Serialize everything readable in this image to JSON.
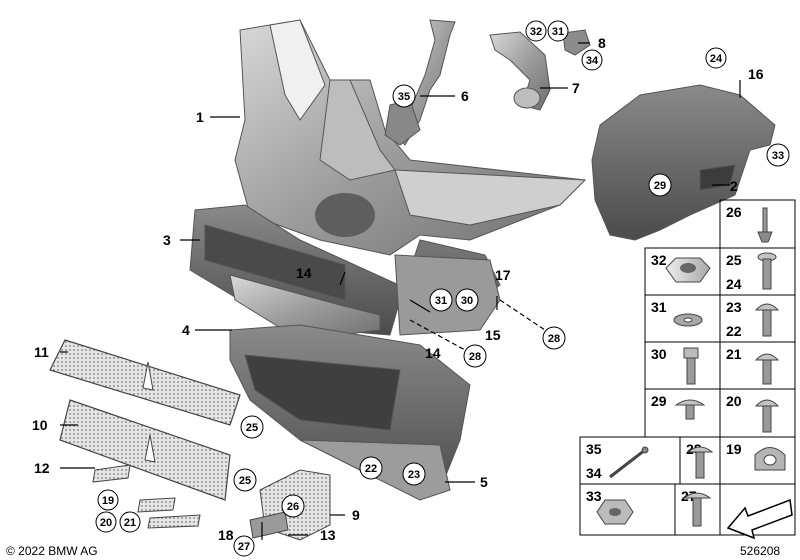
{
  "copyright": "© 2022 BMW AG",
  "diagram_id": "526208",
  "callouts": [
    {
      "id": "c1",
      "label": "1"
    },
    {
      "id": "c2",
      "label": "2"
    },
    {
      "id": "c3",
      "label": "3"
    },
    {
      "id": "c4",
      "label": "4"
    },
    {
      "id": "c5",
      "label": "5"
    },
    {
      "id": "c6",
      "label": "6"
    },
    {
      "id": "c7",
      "label": "7"
    },
    {
      "id": "c8",
      "label": "8"
    },
    {
      "id": "c9",
      "label": "9"
    },
    {
      "id": "c10",
      "label": "10"
    },
    {
      "id": "c11",
      "label": "11"
    },
    {
      "id": "c12",
      "label": "12"
    },
    {
      "id": "c13",
      "label": "13"
    },
    {
      "id": "c14a",
      "label": "14"
    },
    {
      "id": "c14b",
      "label": "14"
    },
    {
      "id": "c15",
      "label": "15"
    },
    {
      "id": "c16",
      "label": "16"
    },
    {
      "id": "c17",
      "label": "17"
    },
    {
      "id": "c18",
      "label": "18"
    }
  ],
  "circle_callouts": [
    {
      "id": "k32",
      "label": "32"
    },
    {
      "id": "k31",
      "label": "31"
    },
    {
      "id": "k34",
      "label": "34"
    },
    {
      "id": "k35",
      "label": "35"
    },
    {
      "id": "k24",
      "label": "24"
    },
    {
      "id": "k33",
      "label": "33"
    },
    {
      "id": "k29",
      "label": "29"
    },
    {
      "id": "k31b",
      "label": "31"
    },
    {
      "id": "k30",
      "label": "30"
    },
    {
      "id": "k28a",
      "label": "28"
    },
    {
      "id": "k28b",
      "label": "28"
    },
    {
      "id": "k25a",
      "label": "25"
    },
    {
      "id": "k25b",
      "label": "25"
    },
    {
      "id": "k22",
      "label": "22"
    },
    {
      "id": "k23",
      "label": "23"
    },
    {
      "id": "k26",
      "label": "26"
    },
    {
      "id": "k27",
      "label": "27"
    },
    {
      "id": "k19",
      "label": "19"
    },
    {
      "id": "k20",
      "label": "20"
    },
    {
      "id": "k21",
      "label": "21"
    }
  ],
  "parts_table": [
    {
      "id": "t26",
      "left": "26",
      "right": ""
    },
    {
      "id": "t32",
      "left": "32",
      "right": "25",
      "right2": "24"
    },
    {
      "id": "t31",
      "left": "31",
      "right": "23",
      "right2": "22"
    },
    {
      "id": "t30",
      "left": "30",
      "right": "21"
    },
    {
      "id": "t29",
      "left": "29",
      "right": "20"
    },
    {
      "id": "t35",
      "left": "35",
      "left2": "34",
      "right": "28",
      "far": "19"
    },
    {
      "id": "t33",
      "left": "33",
      "right": "27"
    }
  ]
}
